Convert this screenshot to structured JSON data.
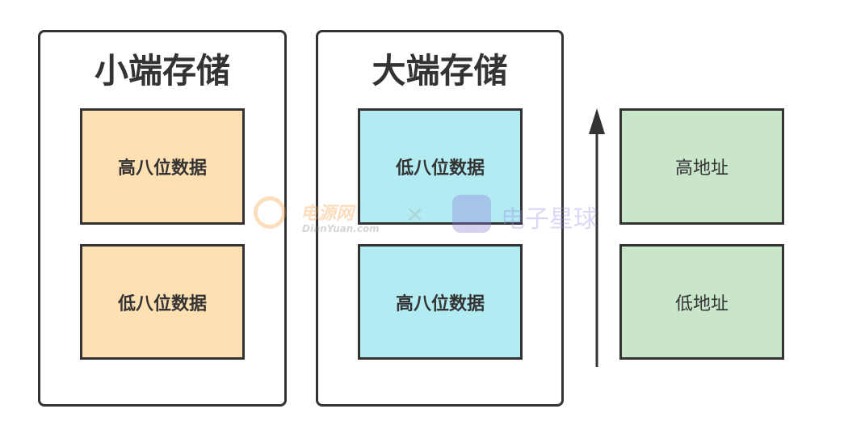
{
  "little_endian": {
    "title": "小端存储",
    "cells": [
      "高八位数据",
      "低八位数据"
    ]
  },
  "big_endian": {
    "title": "大端存储",
    "cells": [
      "低八位数据",
      "高八位数据"
    ]
  },
  "addresses": [
    "高地址",
    "低地址"
  ],
  "watermark": {
    "left": "电源网",
    "left_sub": "DianYuan.com",
    "sep": "×",
    "right": "电子星球"
  },
  "colors": {
    "little": "#ffe0b3",
    "big": "#b3ebf2",
    "address": "#c9e6cb",
    "border": "#333333"
  }
}
